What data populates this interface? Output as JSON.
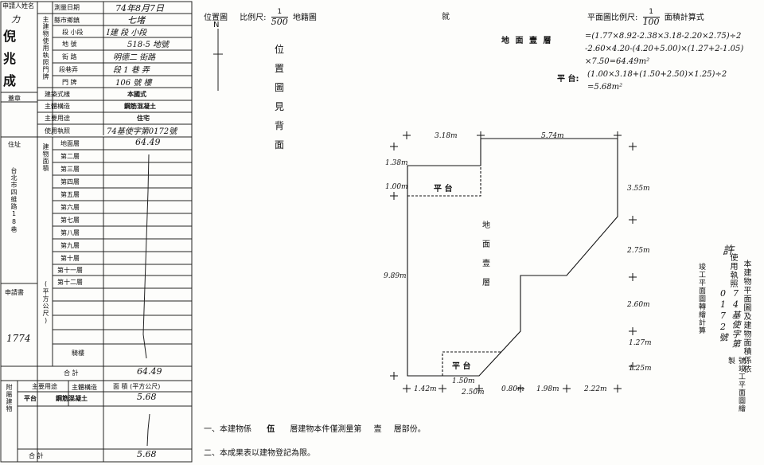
{
  "left_col": {
    "applicant_label": "申請人姓名",
    "applicant_name_top": "力",
    "applicant_name_chars": [
      "倪",
      "兆",
      "成"
    ],
    "seal_label": "蓋章",
    "address_label": "住址",
    "address_text": "台北市四維路18巷",
    "applicant_no_label": "申請書",
    "applicant_no": "1774"
  },
  "header": {
    "survey_date_label": "測量日期",
    "survey_date": "74年8月7日",
    "county_label": "縣市鄉鎮",
    "county_value": "七堵",
    "section_label": "段 小段",
    "section_value": "I建 段    小段",
    "lot_label": "地 號",
    "lot_value": "518-5  地號",
    "street_label": "街 路",
    "street_value": "明德二 街路",
    "lane_label": "段巷弄",
    "lane_value": "段 1 巷    弄",
    "number_label": "門 牌",
    "number_value": "106 號    樓",
    "form_label": "建築式樣",
    "form_value": "本國式",
    "structure_label": "主體構造",
    "structure_value": "鋼筋混凝土",
    "use_label": "主要用途",
    "use_value": "住宅",
    "license_label": "使用執照",
    "license_value": "74基使字第0172號",
    "side_label": "主建物使用執照門牌"
  },
  "floors": {
    "side_label": "建物面積",
    "unit_label": "(平方公尺)",
    "rows": [
      {
        "name": "地面層",
        "value": "64.49"
      },
      {
        "name": "第二層",
        "value": ""
      },
      {
        "name": "第三層",
        "value": ""
      },
      {
        "name": "第四層",
        "value": ""
      },
      {
        "name": "第五層",
        "value": ""
      },
      {
        "name": "第六層",
        "value": ""
      },
      {
        "name": "第七層",
        "value": ""
      },
      {
        "name": "第八層",
        "value": ""
      },
      {
        "name": "第九層",
        "value": ""
      },
      {
        "name": "第十層",
        "value": ""
      },
      {
        "name": "第十一層",
        "value": ""
      },
      {
        "name": "第十二層",
        "value": ""
      }
    ],
    "balcony_label": "騎樓",
    "total_label": "合 計",
    "total_value": "64.49"
  },
  "attached": {
    "side_label": "附屬建物",
    "head_use": "主要用途",
    "head_struct": "主體構造",
    "head_area": "面 積 (平方公尺)",
    "row_use": "平台",
    "row_struct": "鋼筋混凝土",
    "row_area": "5.68",
    "total_label": "合 計",
    "total_value": "5.68"
  },
  "location": {
    "title": "位置圖",
    "scale_label": "比例尺:",
    "scale_num": "1",
    "scale_den": "500",
    "scale_suffix": "地籍圖",
    "north": "N",
    "see_back": [
      "位",
      "置",
      "圖",
      "見",
      "背",
      "面"
    ]
  },
  "plan": {
    "mid_char": "就",
    "scale_label": "平面圖比例尺:",
    "scale_num": "1",
    "scale_den": "100",
    "scale_suffix": "面積計算式",
    "calc_ground_label": "地 面 壹 層",
    "calc_ground_l1": "=(1.77×8.92-2.38×3.18-2.20×2.75)÷2",
    "calc_ground_l2": "-2.60×4.20-(4.20+5.00)×(1.27+2-1.05)",
    "calc_ground_l3": "×7.50=64.49m²",
    "calc_platform_label": "平 台:",
    "calc_platform_l1": "(1.00×3.18+(1.50+2.50)×1.25)÷2",
    "calc_platform_l2": "=5.68m²",
    "room_label": [
      "地",
      "面",
      "壹",
      "層"
    ],
    "platform_top": "平 台",
    "platform_bottom": "平 台",
    "dims": {
      "top1": "3.18m",
      "top2": "5.74m",
      "left_top": "1.38m",
      "left_a": "1.00m",
      "left_main": "9.89m",
      "right1": "3.55m",
      "right2": "2.75m",
      "right3": "2.60m",
      "right4": "1.27m",
      "right5": "1.25m",
      "bot1": "1.42m",
      "bot2": "1.50m",
      "bot3": "2.50m",
      "bot4": "0.80m",
      "bot5": "1.98m",
      "bot6": "2.22m"
    }
  },
  "stamp": {
    "right_col": "本建物平面圖及建物面積係依",
    "license": "74基使字第0172號",
    "mid_col": "使用執照",
    "tail_col": "竣工平面圖轉繪計算",
    "tail2": "號竣工平面圖繪製",
    "sig": "許"
  },
  "footnotes": {
    "line1_a": "一、本建物係",
    "line1_b": "伍",
    "line1_c": "層建物本件僅測量第",
    "line1_d": "壹",
    "line1_e": "層部份。",
    "line2": "二、本成果表以建物登記為限。"
  }
}
